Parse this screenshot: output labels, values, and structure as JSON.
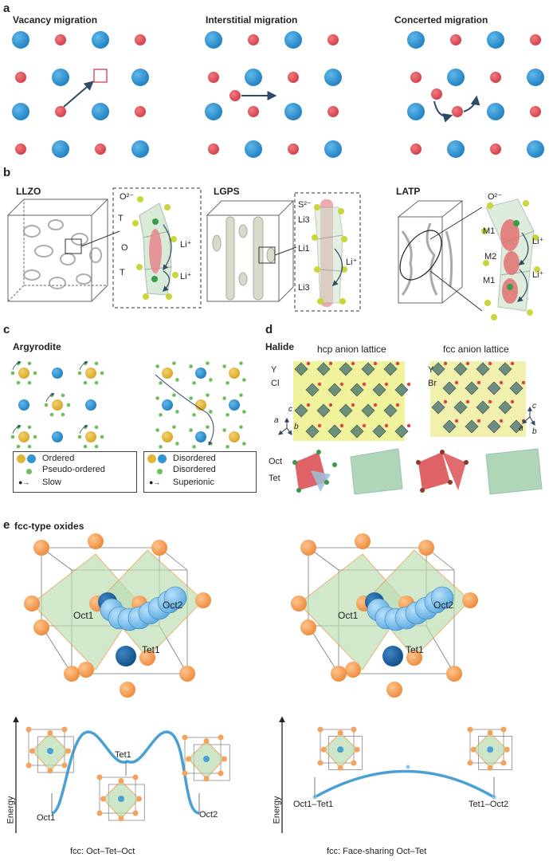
{
  "panel_a": {
    "label": "a",
    "titles": [
      "Vacancy migration",
      "Interstitial migration",
      "Concerted migration"
    ]
  },
  "panel_b": {
    "label": "b",
    "titles": [
      "LLZO",
      "LGPS",
      "LATP"
    ],
    "llzo_labels": {
      "anion": "O²⁻",
      "t1": "T",
      "o": "O",
      "t2": "T",
      "li1": "Li⁺",
      "li2": "Li⁺"
    },
    "lgps_labels": {
      "anion": "S²⁻",
      "li3a": "Li3",
      "li1": "Li1",
      "li": "Li⁺",
      "li3b": "Li3"
    },
    "latp_labels": {
      "anion": "O²⁻",
      "m1a": "M1",
      "m2": "M2",
      "m1b": "M1",
      "li1": "Li⁺",
      "li2": "Li⁺"
    }
  },
  "panel_c": {
    "label": "c",
    "title": "Argyrodite",
    "legend_left": [
      "Ordered",
      "Pseudo-ordered",
      "Slow"
    ],
    "legend_right": [
      "Disordered",
      "Disordered",
      "Superionic"
    ]
  },
  "panel_d": {
    "label": "d",
    "title": "Halide",
    "hcp_title": "hcp anion lattice",
    "fcc_title": "fcc anion lattice",
    "hcp_labels": [
      "Y",
      "Cl"
    ],
    "fcc_labels": [
      "Y",
      "Br"
    ],
    "axes": {
      "a": "a",
      "b": "b",
      "c": "c"
    },
    "site_labels": [
      "Oct",
      "Tet"
    ]
  },
  "panel_e": {
    "label": "e",
    "title": "fcc-type oxides",
    "left_labels": {
      "oct1": "Oct1",
      "oct2": "Oct2",
      "tet1": "Tet1"
    },
    "right_labels": {
      "oct1": "Oct1",
      "oct2": "Oct2",
      "tet1": "Tet1"
    },
    "energy_label": "Energy",
    "left_profile": {
      "peak": "Tet1",
      "start": "Oct1",
      "end": "Oct2",
      "caption": "fcc: Oct–Tet–Oct"
    },
    "right_profile": {
      "start": "Oct1–Tet1",
      "end": "Tet1–Oct2",
      "caption": "fcc: Face-sharing Oct–Tet"
    }
  },
  "colors": {
    "blue": "#2f95d1",
    "red": "#e0535c",
    "orange": "#f5a25d",
    "green": "#b9dcb0",
    "curve": "#4a9fd4",
    "arrow": "#2d4a66"
  }
}
